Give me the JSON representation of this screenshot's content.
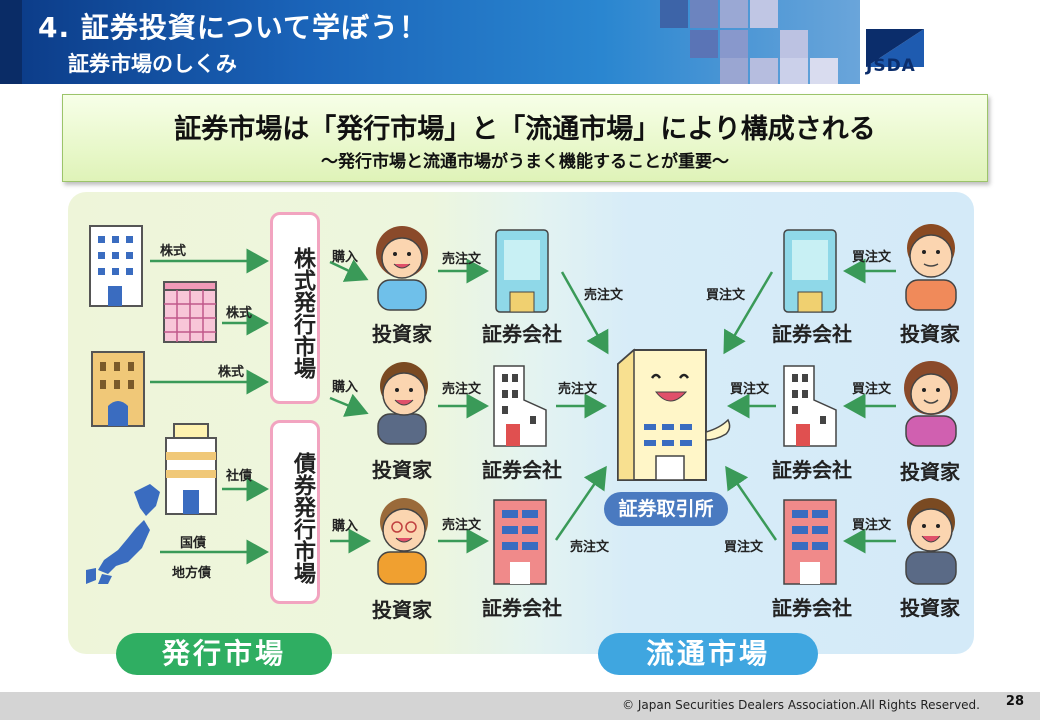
{
  "header": {
    "title": "4. 証券投資について学ぼう！",
    "subtitle": "証券市場のしくみ",
    "logo_text": "JSDA"
  },
  "banner": {
    "title": "証券市場は「発行市場」と「流通市場」により構成される",
    "subtitle": "～発行市場と流通市場がうまく機能することが重要～"
  },
  "issuers": {
    "stock": "株式",
    "bond_corp": "社債",
    "bond_gov": "国債",
    "bond_local": "地方債"
  },
  "markets": {
    "stock_issue": "株式発行市場",
    "bond_issue": "債券発行市場"
  },
  "flow": {
    "purchase": "購入",
    "sell_order": "売注文",
    "buy_order": "買注文"
  },
  "actors": {
    "investor": "投資家",
    "securities_company": "証券会社",
    "exchange": "証券取引所"
  },
  "sections": {
    "primary": "発行市場",
    "secondary": "流通市場"
  },
  "footer": {
    "copyright": "© Japan Securities Dealers Association.All Rights Reserved.",
    "page": "28"
  },
  "colors": {
    "header_blue": "#1a63b8",
    "primary_green": "#2fae62",
    "secondary_blue": "#3fa6e0",
    "arrow_green": "#3a9a58",
    "market_box_border": "#f2a4c0",
    "exchange_badge": "#4a7ac0"
  }
}
